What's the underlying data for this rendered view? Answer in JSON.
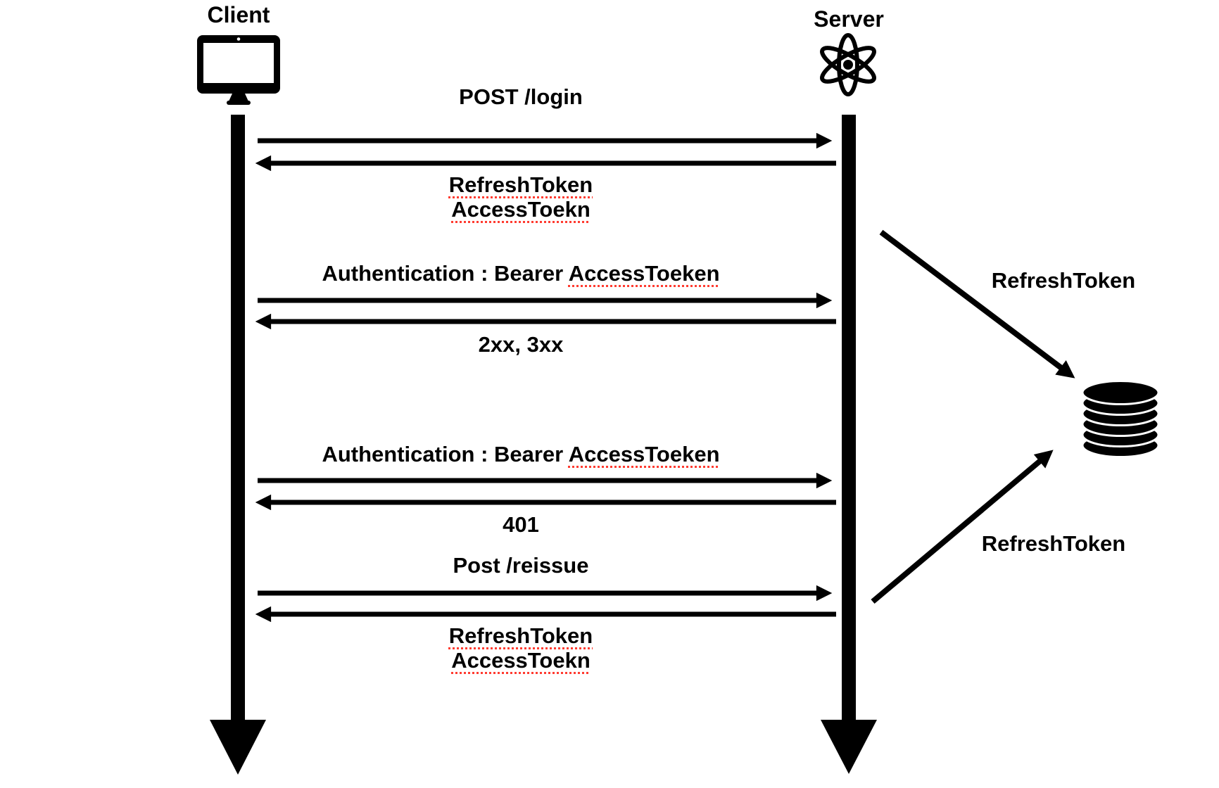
{
  "actors": {
    "client": {
      "label": "Client",
      "icon": "monitor-icon"
    },
    "server": {
      "label": "Server",
      "icon": "atom-icon"
    },
    "token_store": {
      "icon": "database-icon"
    }
  },
  "messages": {
    "login_request": {
      "label": "POST /login"
    },
    "login_response": {
      "line1": "RefreshToken",
      "line2": "AccessToekn"
    },
    "auth_request_1": {
      "prefix": "Authentication : Bearer ",
      "token": "AccessToeken"
    },
    "auth_response_1": {
      "label": "2xx, 3xx"
    },
    "auth_request_2": {
      "prefix": "Authentication : Bearer ",
      "token": "AccessToeken"
    },
    "auth_response_2": {
      "label": "401"
    },
    "reissue_request": {
      "label": "Post /reissue"
    },
    "reissue_response": {
      "line1": "RefreshToken",
      "line2": "AccessToekn"
    }
  },
  "annotations": {
    "store_refresh_token": "RefreshToken",
    "load_refresh_token": "RefreshToken"
  },
  "colors": {
    "ink": "#000000",
    "background": "#ffffff",
    "spellcheck_underline": "#ff3b30"
  }
}
